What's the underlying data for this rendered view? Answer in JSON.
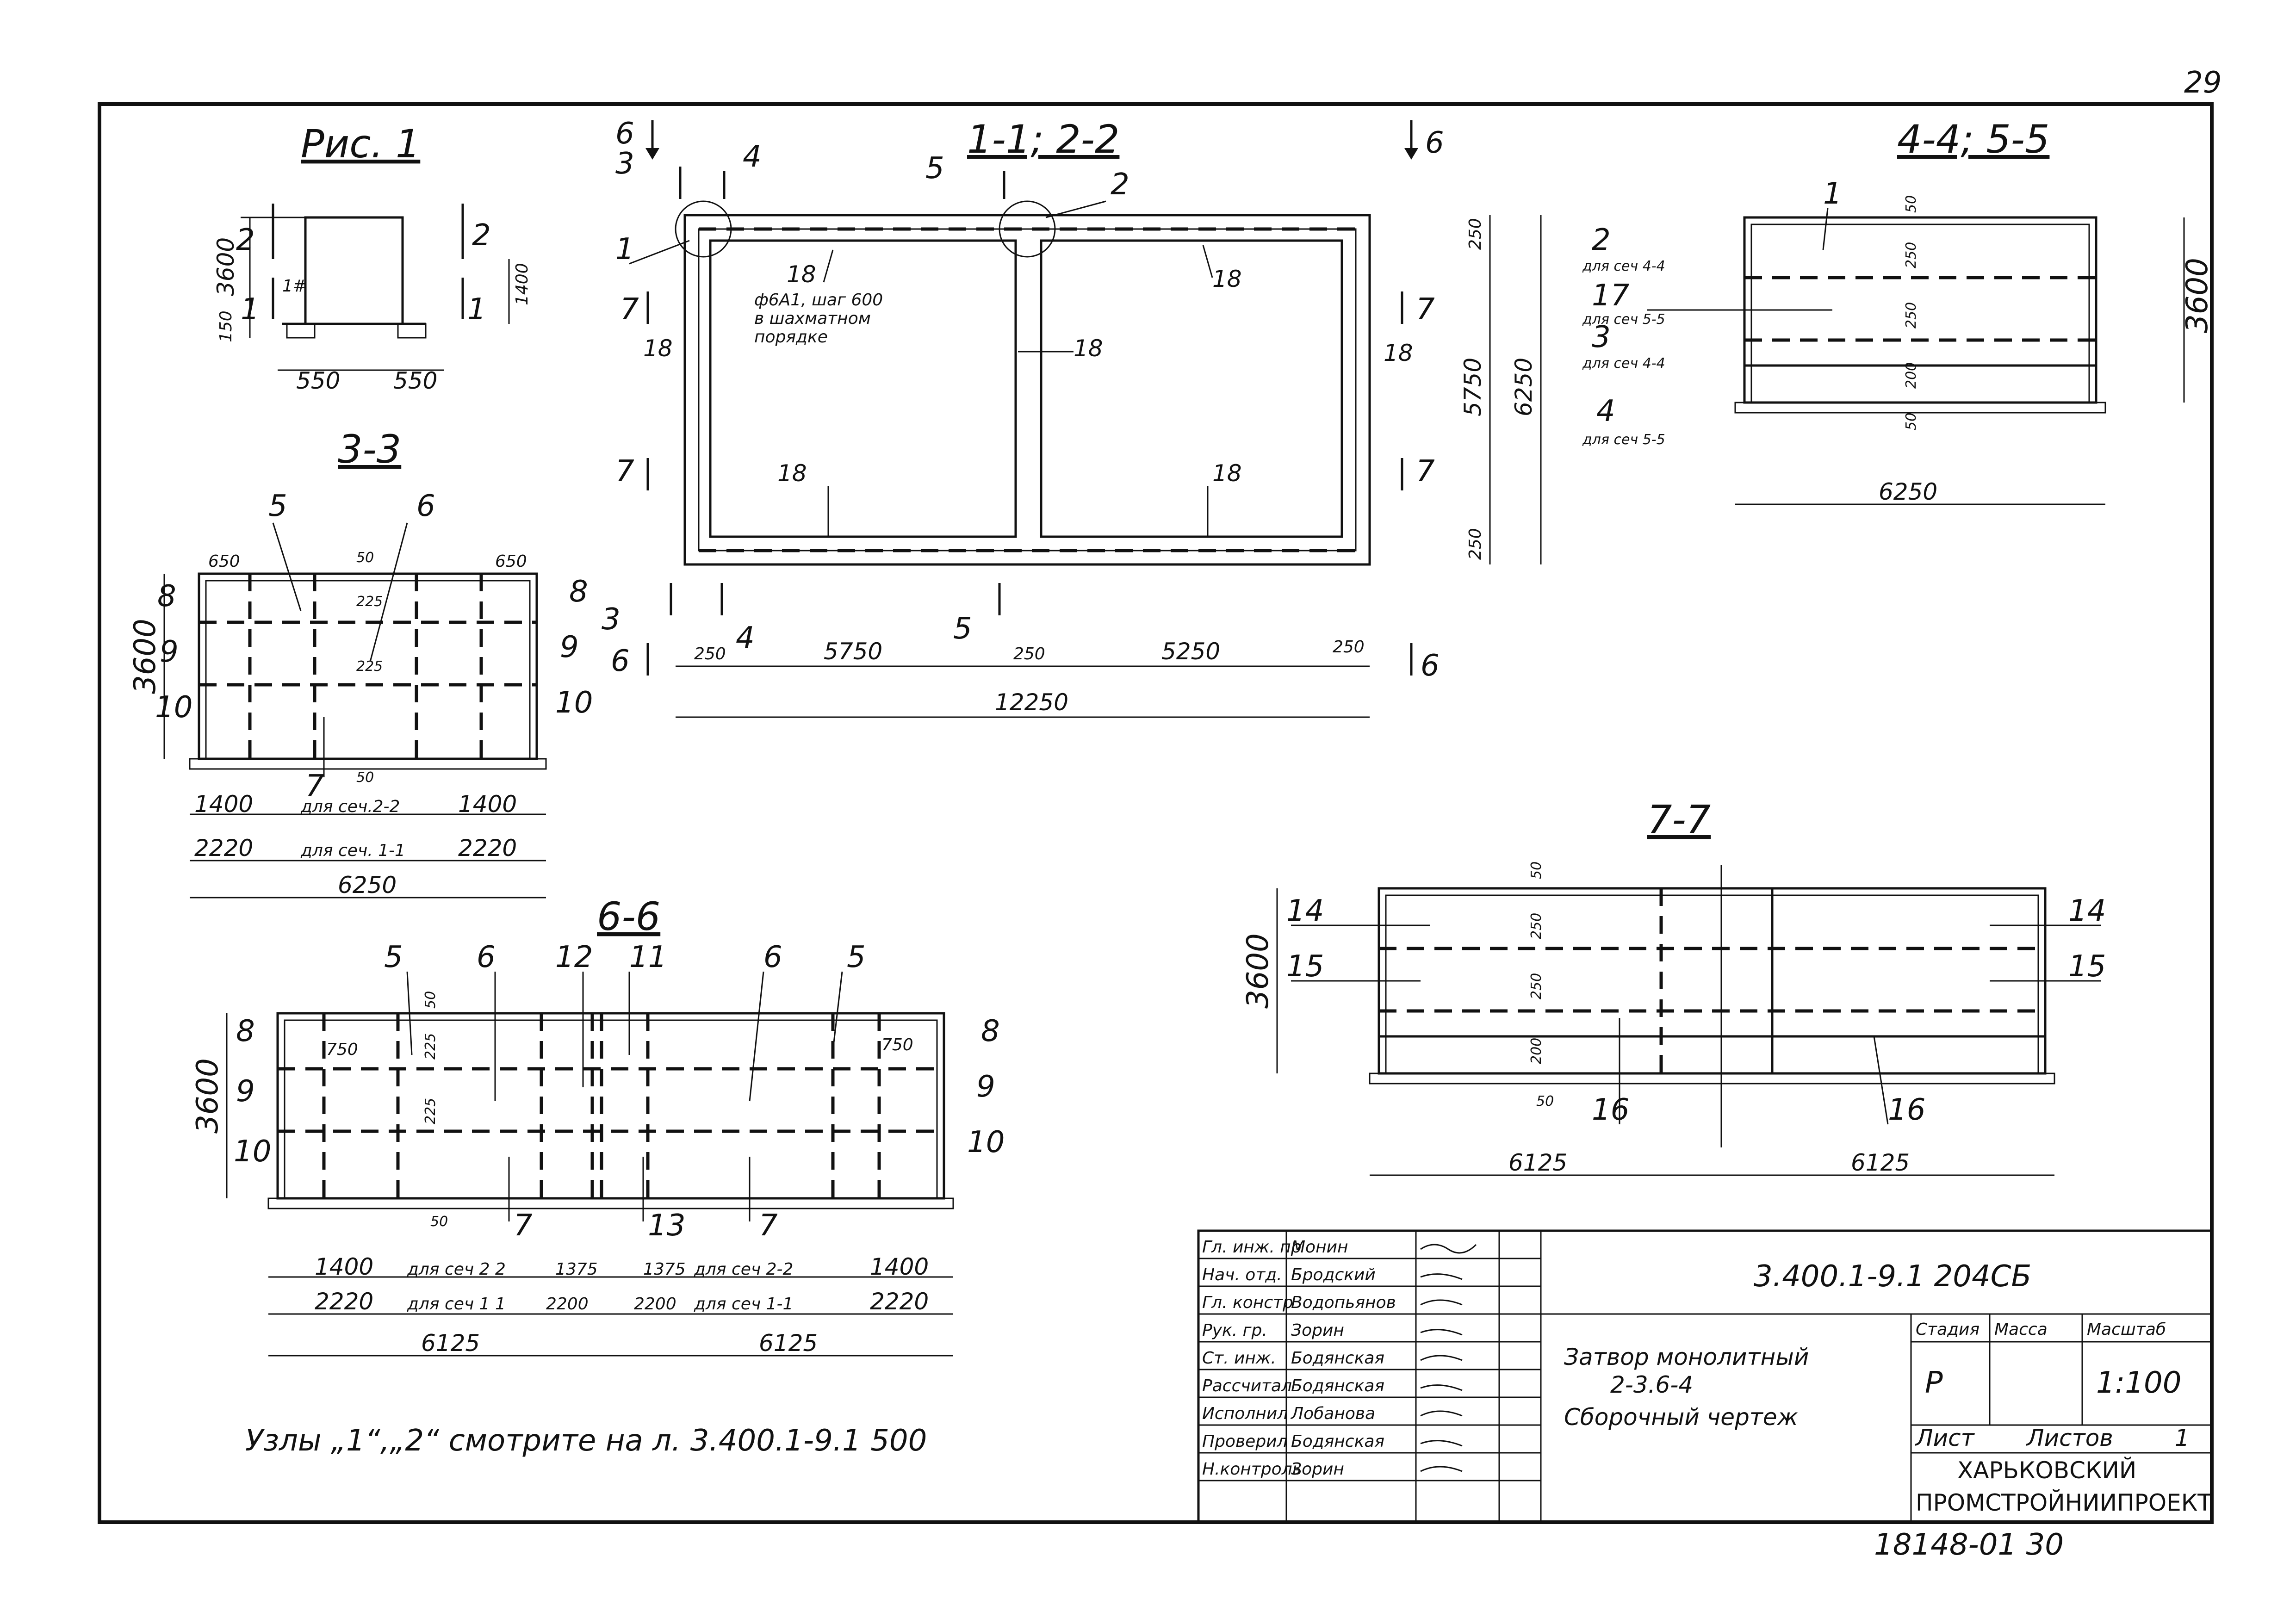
{
  "page": {
    "sheet_number": "29",
    "bottom_code": "18148-01 30"
  },
  "fig1": {
    "title": "Рис. 1",
    "labels": {
      "cut_top": "2",
      "cut_bot": "1",
      "cut_top_r": "2",
      "cut_bot_r": "1",
      "dim_height": "3600",
      "dim_base": "150",
      "dim_side": "1400",
      "dim_left": "550",
      "dim_right": "550",
      "mark": "1#"
    }
  },
  "plan": {
    "title": "1-1; 2-2",
    "cut_marks": {
      "c6": "6",
      "c3": "3",
      "c4": "4",
      "c5": "5",
      "c7": "7"
    },
    "callouts": {
      "node1": "1",
      "node2": "2",
      "p18": "18"
    },
    "note_lines": [
      "ф6А1, шаг 600",
      "в шахматном",
      "порядке"
    ],
    "dims_bottom": [
      "250",
      "5750",
      "250",
      "5250",
      "250"
    ],
    "dim_total": "12250",
    "dims_right": [
      "250",
      "5750",
      "250"
    ],
    "dim_overall_right": "6250"
  },
  "sec33": {
    "title": "3-3",
    "callouts": {
      "p5": "5",
      "p6": "6",
      "p7": "7",
      "p8": "8",
      "p9": "9",
      "p10": "10"
    },
    "dims_top": {
      "left": "650",
      "right": "650",
      "mid": "50",
      "v1": "225",
      "v2": "225",
      "bot": "50"
    },
    "dim_height": "3600",
    "row1": [
      "1400",
      "для сеч.2-2",
      "1400"
    ],
    "row2": [
      "2220",
      "для сеч. 1-1",
      "2220"
    ],
    "dim_total": "6250"
  },
  "sec44": {
    "title": "4-4; 5-5",
    "callouts": [
      {
        "num": "1",
        "note": ""
      },
      {
        "num": "2",
        "note": "для сеч 4-4"
      },
      {
        "num": "17",
        "note": "для сеч 5-5"
      },
      {
        "num": "3",
        "note": "для сеч 4-4"
      },
      {
        "num": "4",
        "note": "для сеч 5-5"
      }
    ],
    "dims_v": [
      "50",
      "250",
      "250",
      "200",
      "50"
    ],
    "dim_height": "3600",
    "dim_total": "6250"
  },
  "sec66": {
    "title": "6-6",
    "callouts": {
      "p5": "5",
      "p6": "6",
      "p12": "12",
      "p11": "11",
      "p8": "8",
      "p9": "9",
      "p10": "10",
      "p7": "7",
      "p13": "13"
    },
    "dims_top": {
      "a": "50",
      "b": "225",
      "c": "225",
      "d": "50",
      "l": "750",
      "r": "750"
    },
    "dim_height": "3600",
    "row1": [
      "1400",
      "для сеч 2 2",
      "1375",
      "1375",
      "для сеч 2-2",
      "1400"
    ],
    "row2": [
      "2220",
      "для сеч 1 1",
      "2200",
      "2200",
      "для сеч 1-1",
      "2220"
    ],
    "row3": [
      "6125",
      "6125"
    ]
  },
  "sec77": {
    "title": "7-7",
    "callouts": {
      "p14": "14",
      "p15": "15",
      "p16": "16"
    },
    "dims_v": [
      "50",
      "250",
      "250",
      "200",
      "50"
    ],
    "dim_height": "3600",
    "dims_bottom": [
      "6125",
      "6125"
    ]
  },
  "note": "Узлы „1“,„2“ смотрите на л. 3.400.1-9.1 500",
  "title_block": {
    "doc_code": "3.400.1-9.1 204СБ",
    "staff": [
      {
        "role": "Гл. инж. пр",
        "name": "Монин"
      },
      {
        "role": "Нач. отд.",
        "name": "Бродский"
      },
      {
        "role": "Гл. констр",
        "name": "Водопьянов"
      },
      {
        "role": "Рук. гр.",
        "name": "Зорин"
      },
      {
        "role": "Ст. инж.",
        "name": "Бодянская"
      },
      {
        "role": "Рассчитал",
        "name": "Бодянская"
      },
      {
        "role": "Исполнил",
        "name": "Лобанова"
      },
      {
        "role": "Проверил",
        "name": "Бодянская"
      },
      {
        "role": "Н.контроль",
        "name": "Зорин"
      }
    ],
    "product_name": [
      "Затвор монолитный",
      "2-3.6-4",
      "Сборочный чертеж"
    ],
    "hdr_stage": "Стадия",
    "hdr_mass": "Масса",
    "hdr_scale": "Масштаб",
    "stage": "Р",
    "mass": "",
    "scale": "1:100",
    "sheet_label": "Лист",
    "sheets_label": "Листов",
    "sheets": "1",
    "org_lines": [
      "ХАРЬКОВСКИЙ",
      "ПРОМСТРОЙНИИПРОЕКТ"
    ]
  }
}
